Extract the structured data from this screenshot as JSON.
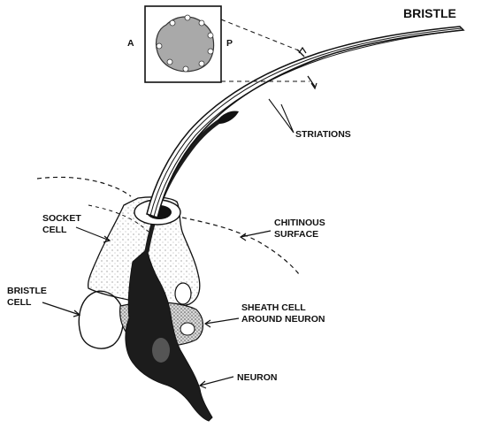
{
  "labels": {
    "bristle": "BRISTLE",
    "striations": "STRIATIONS",
    "chitinous_surface": [
      "CHITINOUS",
      "SURFACE"
    ],
    "socket_cell": [
      "SOCKET",
      "CELL"
    ],
    "bristle_cell": [
      "BRISTLE",
      "CELL"
    ],
    "sheath_cell": [
      "SHEATH CELL",
      "AROUND NEURON"
    ],
    "neuron": "NEURON"
  },
  "inset": {
    "anterior": "A",
    "posterior": "P"
  },
  "colors": {
    "ink": "#111111",
    "neuron": "#1c1c1c",
    "inset_fill": "#a9a9a9",
    "stipple": "#8a8a8a",
    "background": "#ffffff"
  }
}
